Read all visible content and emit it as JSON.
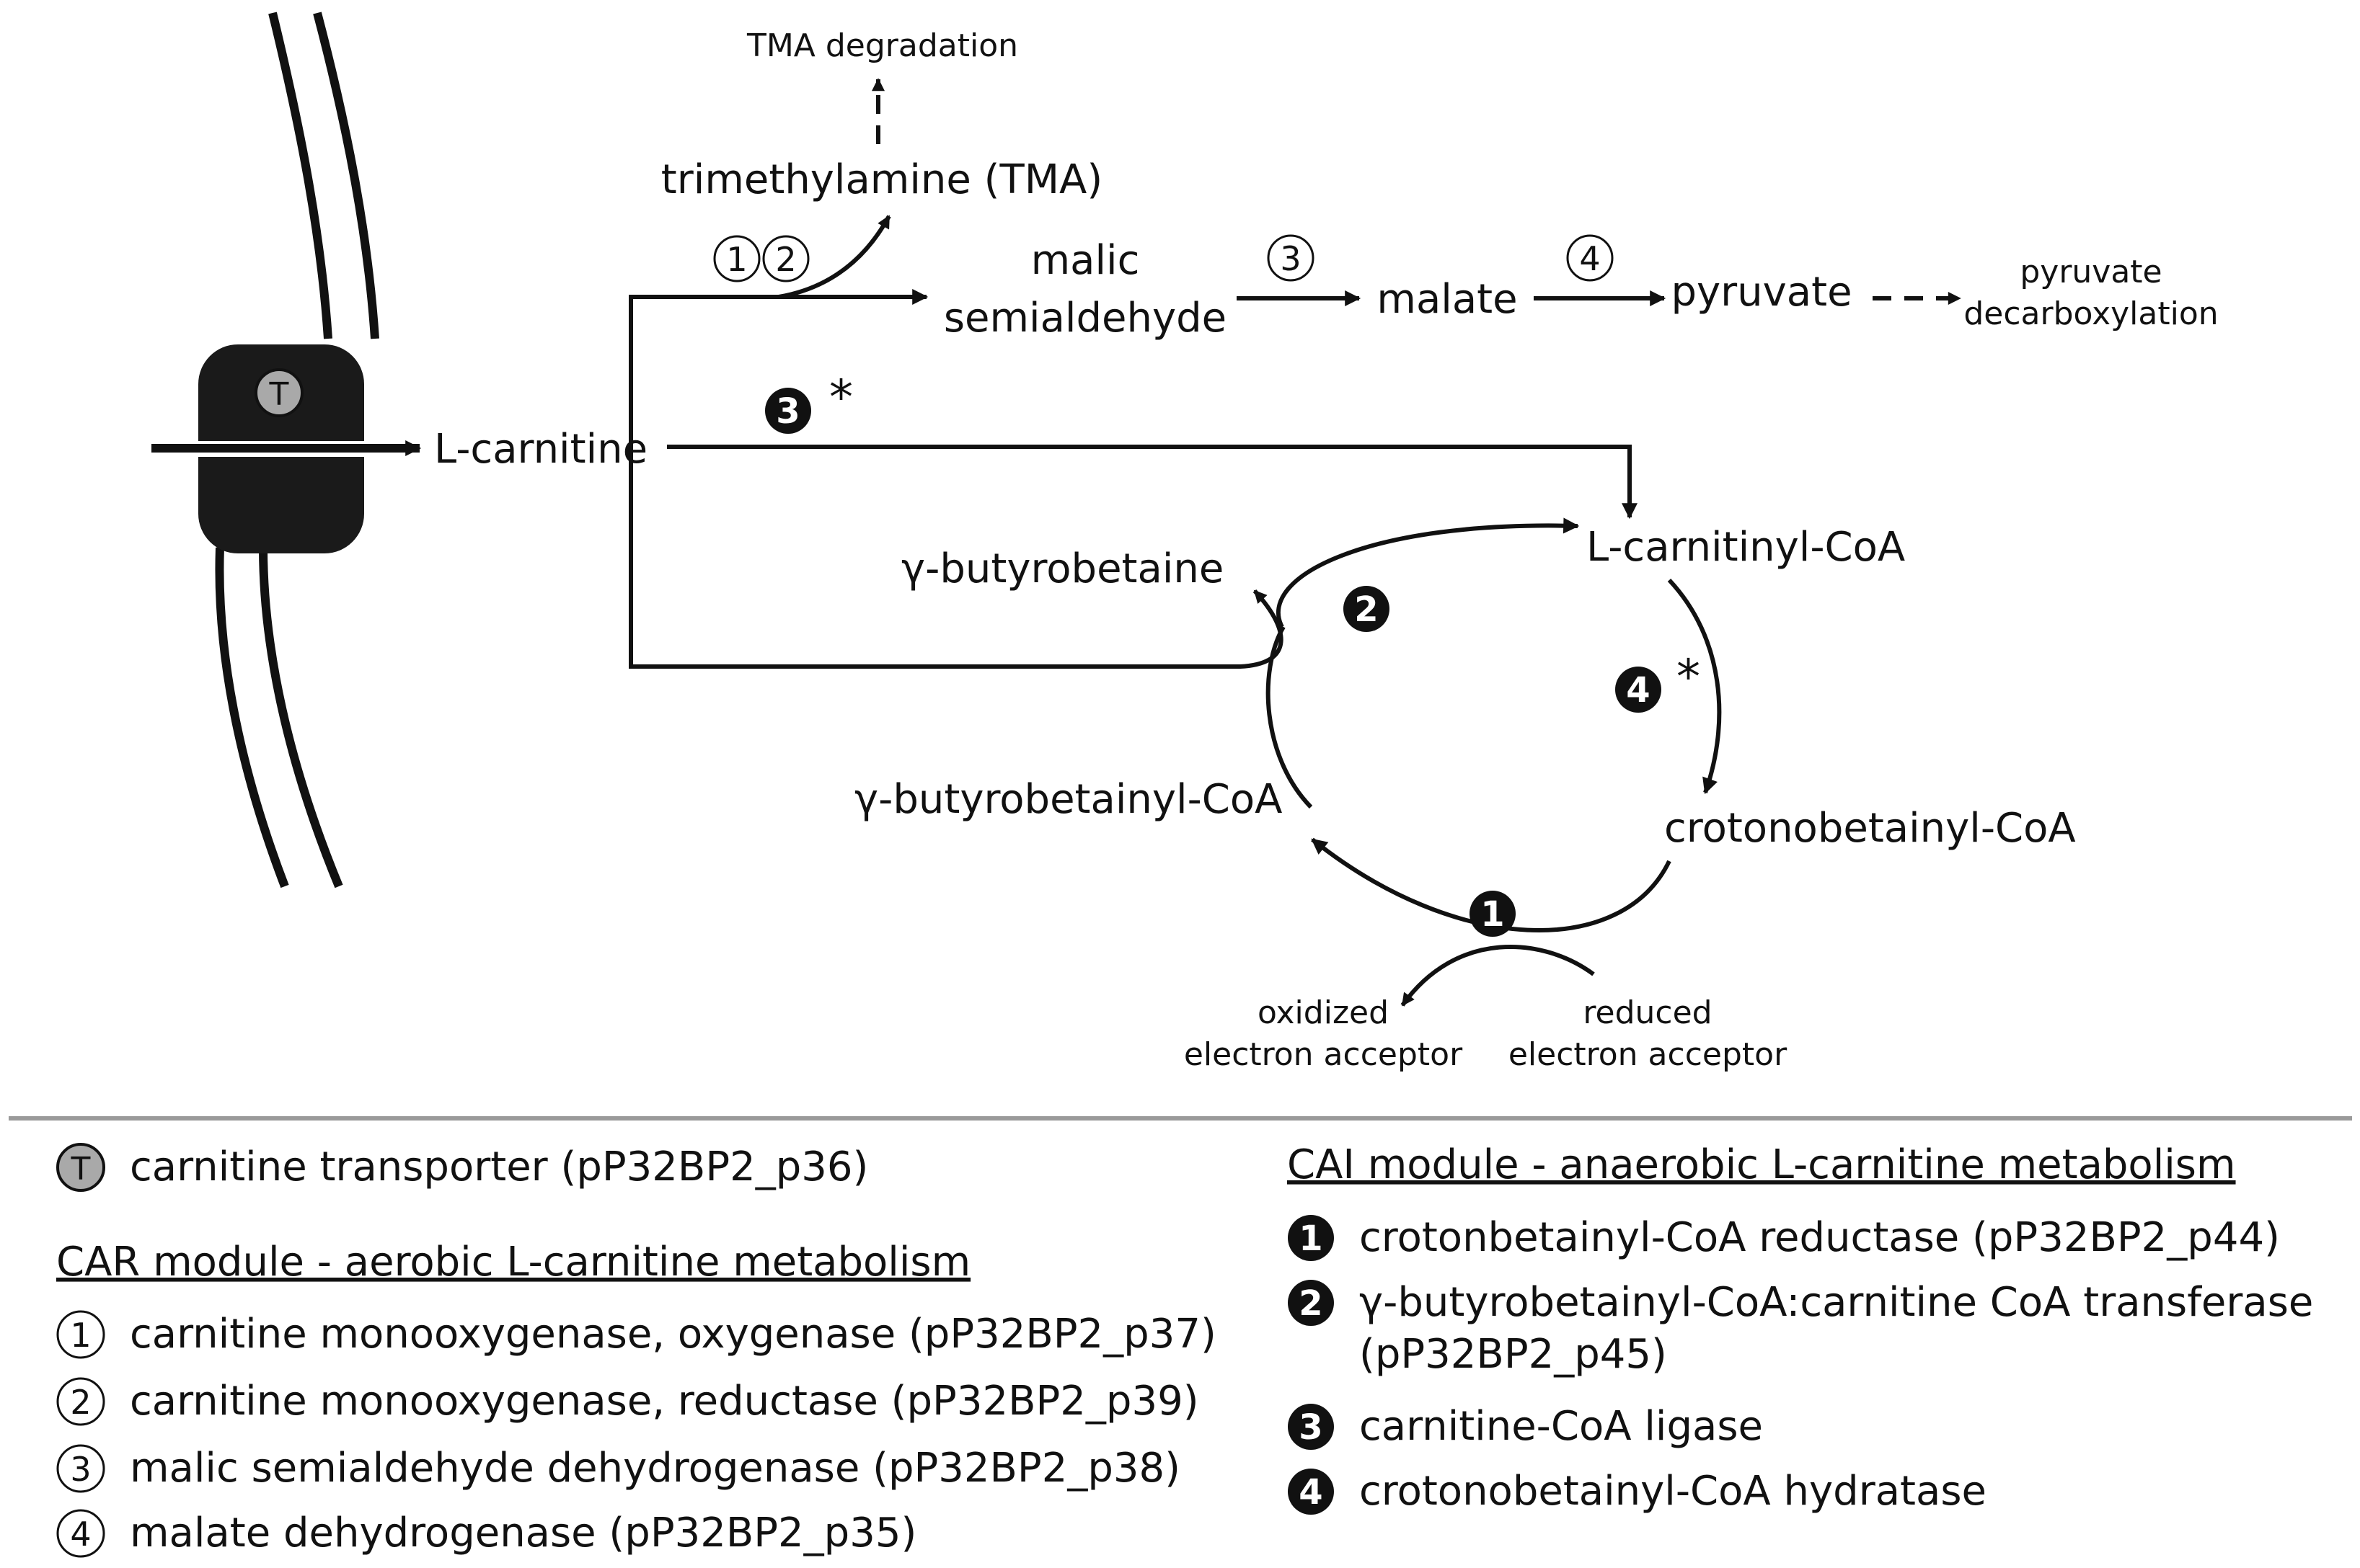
{
  "labels": {
    "tma_degradation": "TMA degradation",
    "tma": "trimethylamine (TMA)",
    "malic_semialdehyde_1": "malic",
    "malic_semialdehyde_2": "semialdehyde",
    "malate": "malate",
    "pyruvate": "pyruvate",
    "pyruvate_decarb_1": "pyruvate",
    "pyruvate_decarb_2": "decarboxylation",
    "l_carnitine": "L-carnitine",
    "l_carnitinyl_coa": "L-carnitinyl-CoA",
    "gamma_butyrobetaine": "γ-butyrobetaine",
    "crotonobetainyl_coa": "crotonobetainyl-CoA",
    "gamma_butyrobetainyl_coa": "γ-butyrobetainyl-CoA",
    "oxidized_1": "oxidized",
    "oxidized_2": "electron acceptor",
    "reduced_1": "reduced",
    "reduced_2": "electron acceptor",
    "transporter_symbol": "T",
    "asterisk": "*"
  },
  "markers": {
    "open": [
      "1",
      "2",
      "3",
      "4"
    ],
    "filled": [
      "1",
      "2",
      "3",
      "4"
    ]
  },
  "legend": {
    "transporter": "carnitine transporter (pP32BP2_p36)",
    "car_title": "CAR module - aerobic L-carnitine metabolism",
    "car_items": [
      "carnitine monooxygenase, oxygenase (pP32BP2_p37)",
      "carnitine monooxygenase, reductase (pP32BP2_p39)",
      "malic semialdehyde dehydrogenase (pP32BP2_p38)",
      "malate dehydrogenase (pP32BP2_p35)"
    ],
    "cai_title": "CAI module - anaerobic L-carnitine metabolism",
    "cai_items": [
      "crotonbetainyl-CoA reductase (pP32BP2_p44)",
      "γ-butyrobetainyl-CoA:carnitine CoA transferase",
      "(pP32BP2_p45)",
      "carnitine-CoA ligase",
      "crotonobetainyl-CoA hydratase"
    ]
  },
  "colors": {
    "ink": "#111111",
    "transporter_body": "#1a1a1a",
    "transporter_badge": "#a9a9a9",
    "divider": "#9a9a9a"
  }
}
